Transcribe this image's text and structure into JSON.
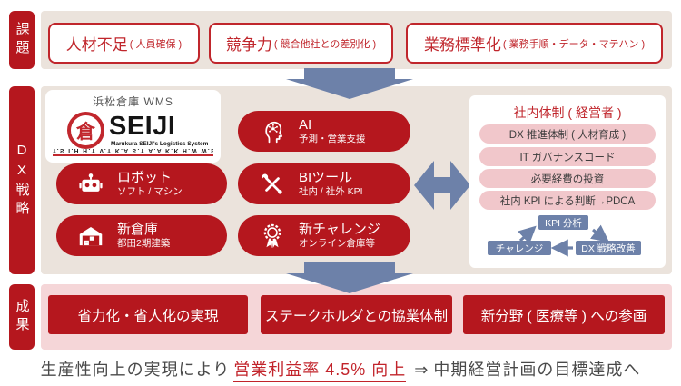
{
  "colors": {
    "red": "#b5171e",
    "red_line": "#c0262c",
    "beige": "#ebe3dc",
    "pink_band": "#f5d6d8",
    "pink_pill": "#f1c7cb",
    "blue_arrow": "#6d81a9"
  },
  "rows": {
    "issues_label": "課題",
    "dx_label": "DX戦略",
    "results_label": "成果"
  },
  "issues": {
    "boxes": [
      {
        "main": "人材不足",
        "sub": "( 人員確保 )"
      },
      {
        "main": "競争力",
        "sub": "( 競合他社との差別化 )"
      },
      {
        "main": "業務標準化",
        "sub": "( 業務手順・データ・マテハン )"
      }
    ]
  },
  "dx": {
    "logo": {
      "header": "浜松倉庫 WMS",
      "mark": "倉",
      "name": "SEIJI",
      "tagline": "Marukura SEIJI's Logistics System",
      "strip": "T.S I.H H.T V.T K.A S.T A.A K.K H.W W.S"
    },
    "pills": [
      {
        "icon": "ai-head-icon",
        "title": "AI",
        "subtitle": "予測・営業支援"
      },
      {
        "icon": "robot-icon",
        "title": "ロボット",
        "subtitle": "ソフト / マシン"
      },
      {
        "icon": "tools-icon",
        "title": "BIツール",
        "subtitle": "社内 / 社外 KPI"
      },
      {
        "icon": "warehouse-icon",
        "title": "新倉庫",
        "subtitle": "都田2期建築"
      },
      {
        "icon": "medal-icon",
        "title": "新チャレンジ",
        "subtitle": "オンライン倉庫等"
      }
    ],
    "internal": {
      "title": "社内体制 ( 経営者 )",
      "items": [
        "DX 推進体制 ( 人材育成 )",
        "IT ガバナンスコード",
        "必要経費の投資",
        "社内 KPI による判断→PDCA"
      ],
      "cycle": {
        "top": "KPI 分析",
        "left": "チャレンジ",
        "right": "DX 戦略改善"
      }
    }
  },
  "results": {
    "boxes": [
      "省力化・省人化の実現",
      "ステークホルダとの協業体制",
      "新分野 ( 医療等 ) への参画"
    ]
  },
  "footer": {
    "prefix": "生産性向上の実現により",
    "highlight": "営業利益率 4.5% 向上",
    "arrow": "⇒",
    "suffix": "中期経営計画の目標達成へ"
  }
}
